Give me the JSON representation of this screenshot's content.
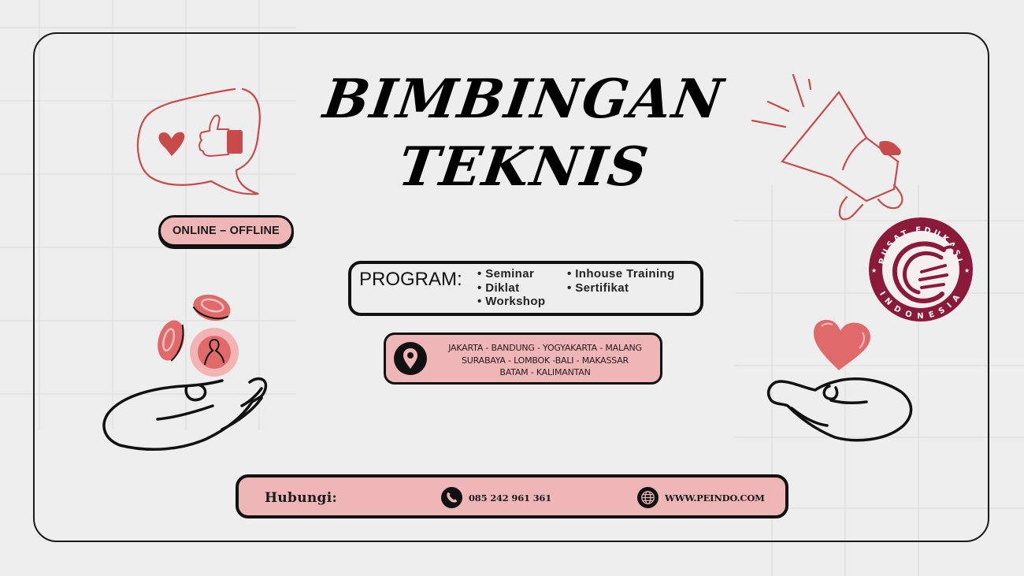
{
  "title": {
    "line1": "BIMBINGAN",
    "line2": "TEKNIS"
  },
  "mode_badge": "ONLINE – OFFLINE",
  "program": {
    "label": "PROGRAM:",
    "column1": [
      "Seminar",
      "Diklat",
      "Workshop"
    ],
    "column2": [
      "Inhouse Training",
      "Sertifikat"
    ]
  },
  "locations": {
    "icon": "map-pin-icon",
    "lines": [
      "JAKARTA - BANDUNG - YOGYAKARTA - MALANG",
      "SURABAYA - LOMBOK -BALI - MAKASSAR",
      "BATAM - KALIMANTAN"
    ]
  },
  "contact": {
    "label": "Hubungi:",
    "phone_icon": "phone-icon",
    "phone": "085 242 961 361",
    "web_icon": "globe-icon",
    "website": "WWW.PEINDO.COM"
  },
  "logo": {
    "top_text": "PUSAT EDUKASI",
    "bottom_text": "INDONESIA"
  },
  "colors": {
    "background": "#eeeeee",
    "pill_pink": "#efb6b8",
    "accent_red": "#c84a4a",
    "logo_maroon": "#8b1a3a",
    "outline": "#111111"
  }
}
